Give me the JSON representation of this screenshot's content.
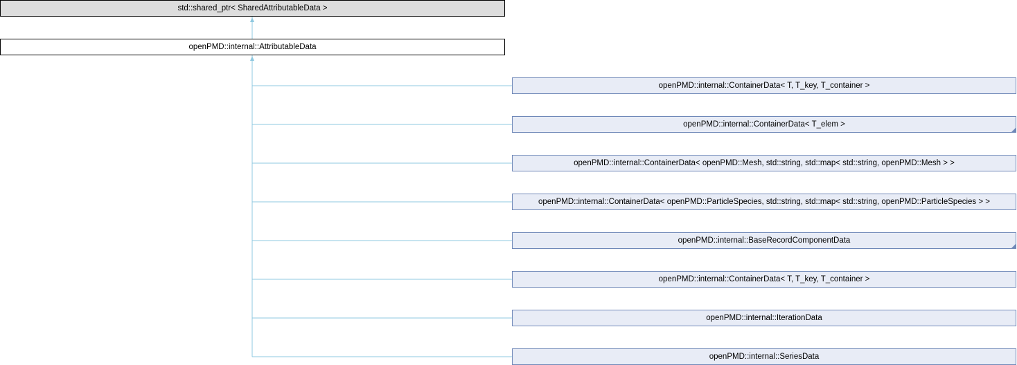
{
  "diagram": {
    "root": {
      "label": "std::shared_ptr< SharedAttributableData >"
    },
    "base": {
      "label": "openPMD::internal::AttributableData"
    },
    "children": [
      {
        "label": "openPMD::internal::ContainerData< T, T_key, T_container >",
        "has_more": false
      },
      {
        "label": "openPMD::internal::ContainerData< T_elem >",
        "has_more": true
      },
      {
        "label": "openPMD::internal::ContainerData< openPMD::Mesh, std::string, std::map< std::string, openPMD::Mesh > >",
        "has_more": false
      },
      {
        "label": "openPMD::internal::ContainerData< openPMD::ParticleSpecies, std::string, std::map< std::string, openPMD::ParticleSpecies > >",
        "has_more": false
      },
      {
        "label": "openPMD::internal::BaseRecordComponentData",
        "has_more": true
      },
      {
        "label": "openPMD::internal::ContainerData< T, T_key, T_container >",
        "has_more": false
      },
      {
        "label": "openPMD::internal::IterationData",
        "has_more": false
      },
      {
        "label": "openPMD::internal::SeriesData",
        "has_more": false
      }
    ],
    "colors": {
      "edge": "#8fc8e0",
      "derived_fill": "#e8ecf6",
      "derived_border": "#6f88b8",
      "root_fill": "#dddddd"
    }
  }
}
